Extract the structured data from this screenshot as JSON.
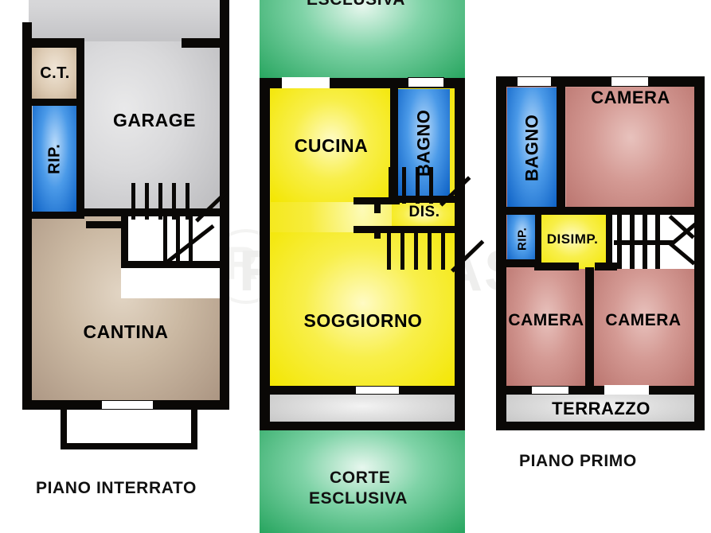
{
  "document": {
    "type": "architectural-floor-plan",
    "language": "it",
    "watermark": "RETECASA"
  },
  "plans": [
    {
      "id": "basement",
      "caption": "PIANO INTERRATO",
      "rooms": [
        {
          "name": "C.T.",
          "label": "C.T.",
          "orientation": "horizontal",
          "color": "#ddcbb4"
        },
        {
          "name": "RIP.",
          "label": "RIP.",
          "orientation": "vertical",
          "color": "#4b9ae8"
        },
        {
          "name": "GARAGE",
          "label": "GARAGE",
          "orientation": "horizontal",
          "color": "#d9d9db"
        },
        {
          "name": "CANTINA",
          "label": "CANTINA",
          "orientation": "horizontal",
          "color": "#cbb9a3"
        }
      ]
    },
    {
      "id": "ground",
      "caption_top": "ESCLUSIVA",
      "caption_bottom_line1": "CORTE",
      "caption_bottom_line2": "ESCLUSIVA",
      "rooms": [
        {
          "name": "CUCINA",
          "label": "CUCINA",
          "orientation": "horizontal",
          "color": "#f7ec3c"
        },
        {
          "name": "BAGNO",
          "label": "BAGNO",
          "orientation": "vertical",
          "color": "#4b9ae8"
        },
        {
          "name": "DIS.",
          "label": "DIS.",
          "orientation": "horizontal",
          "color": "#f7ec3c"
        },
        {
          "name": "SOGGIORNO",
          "label": "SOGGIORNO",
          "orientation": "horizontal",
          "color": "#f7ec3c"
        },
        {
          "name": "CORTE",
          "label": "CORTE ESCLUSIVA",
          "orientation": "horizontal",
          "color": "#7fd3a7"
        }
      ]
    },
    {
      "id": "first",
      "caption": "PIANO PRIMO",
      "rooms": [
        {
          "name": "BAGNO",
          "label": "BAGNO",
          "orientation": "vertical",
          "color": "#4b9ae8"
        },
        {
          "name": "RIP.",
          "label": "RIP.",
          "orientation": "vertical",
          "color": "#4b9ae8"
        },
        {
          "name": "CAMERA-top",
          "label": "CAMERA",
          "orientation": "horizontal",
          "color": "#d49a94"
        },
        {
          "name": "DISIMP.",
          "label": "DISIMP.",
          "orientation": "horizontal",
          "color": "#f7ec3c"
        },
        {
          "name": "CAMERA-left",
          "label": "CAMERA",
          "orientation": "horizontal",
          "color": "#d49a94"
        },
        {
          "name": "CAMERA-right",
          "label": "CAMERA",
          "orientation": "horizontal",
          "color": "#d49a94"
        },
        {
          "name": "TERRAZZO",
          "label": "TERRAZZO",
          "orientation": "horizontal",
          "color": "#dcdcdc"
        }
      ]
    }
  ],
  "labels": {
    "ct": "C.T.",
    "rip_basement": "RIP.",
    "garage": "GARAGE",
    "cantina": "CANTINA",
    "piano_interrato": "PIANO INTERRATO",
    "esclusiva_top": "ESCLUSIVA",
    "cucina": "CUCINA",
    "bagno_ground": "BAGNO",
    "dis": "DIS.",
    "soggiorno": "SOGGIORNO",
    "corte": "CORTE",
    "esclusiva_bottom": "ESCLUSIVA",
    "bagno_first": "BAGNO",
    "rip_first": "RIP.",
    "camera_top": "CAMERA",
    "disimp": "DISIMP.",
    "camera_left": "CAMERA",
    "camera_right": "CAMERA",
    "terrazzo": "TERRAZZO",
    "piano_primo": "PIANO PRIMO",
    "watermark": "RETECASA"
  },
  "colors": {
    "wall": "#0a0806",
    "garage": "#d9d9db",
    "cantina": "#cbb9a3",
    "ct": "#ddcbb4",
    "blue": "#4b9ae8",
    "yellow": "#f7ec3c",
    "red": "#d49a94",
    "green": "#7fd3a7",
    "gray": "#dcdcdc",
    "background": "#ffffff"
  }
}
